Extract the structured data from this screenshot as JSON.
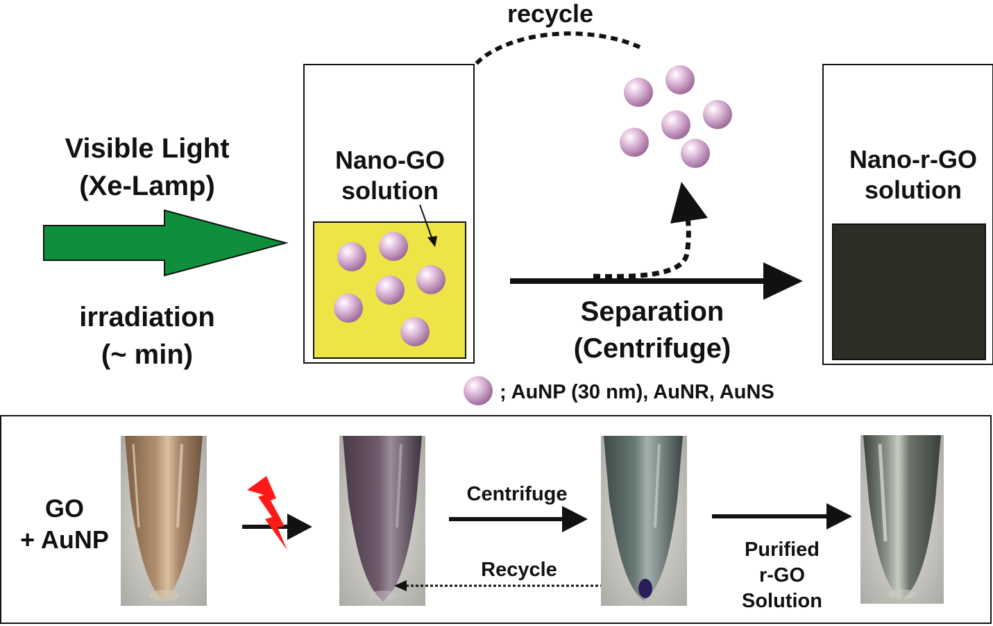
{
  "top": {
    "recycle": "recycle",
    "light_line1": "Visible Light",
    "light_line2": "(Xe-Lamp)",
    "irradiation_line1": "irradiation",
    "irradiation_line2": "(~ min)",
    "nanogo_line1": "Nano-GO",
    "nanogo_line2": "solution",
    "separation_line1": "Separation",
    "separation_line2": "(Centrifuge)",
    "nanorgo_line1": "Nano-r-GO",
    "nanorgo_line2": "solution",
    "legend": "; AuNP (30 nm), AuNR, AuNS"
  },
  "bottom": {
    "go_line1": "GO",
    "go_line2": "+ AuNP",
    "centrifuge": "Centrifuge",
    "recycle": "Recycle",
    "purified_line1": "Purified",
    "purified_line2": "r-GO",
    "purified_line3": "Solution"
  },
  "colors": {
    "green_arrow": "#0d8f3c",
    "yellow_solution": "#ede545",
    "dark_solution": "#2b2e25",
    "particle": "#c99ac4",
    "lightning": "#ff1a1a",
    "tube_go_aunp": "#9a7a5c",
    "tube_irradiated": "#5a4a58",
    "tube_centrifuged": "#4e5a58",
    "tube_purified": "#505652"
  }
}
